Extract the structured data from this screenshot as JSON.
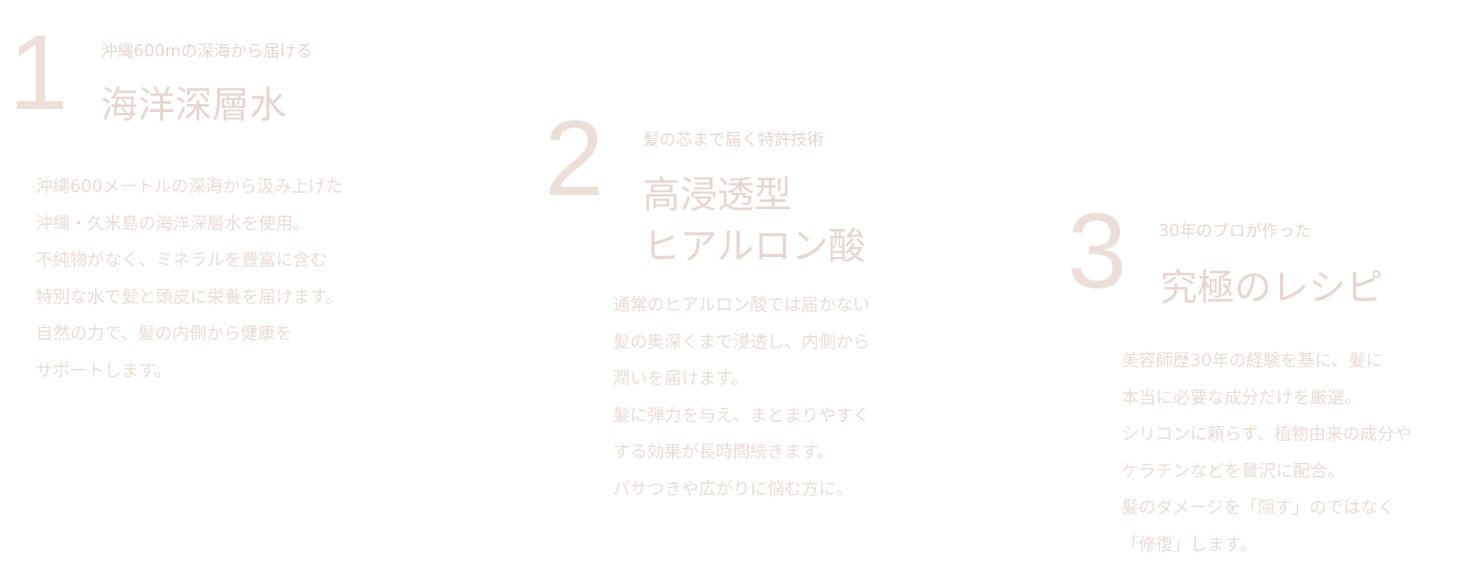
{
  "features": [
    {
      "number": "1",
      "subtitle": "沖縄600mの深海から届ける",
      "title_lines": [
        "海洋深層水"
      ],
      "body_lines": [
        "沖縄600メートルの深海から汲み上げた",
        "沖縄・久米島の海洋深層水を使用。",
        "不純物がなく、ミネラルを豊富に含む",
        "特別な水で髪と頭皮に栄養を届けます。",
        "自然の力で、髪の内側から健康を",
        "サポートします。"
      ]
    },
    {
      "number": "2",
      "subtitle": "髪の芯まで届く特許技術",
      "title_lines": [
        "高浸透型",
        "ヒアルロン酸"
      ],
      "body_lines": [
        "通常のヒアルロン酸では届かない",
        "髪の奥深くまで浸透し、内側から",
        "潤いを届けます。",
        "髪に弾力を与え、まとまりやすく",
        "する効果が長時間続きます。",
        "パサつきや広がりに悩む方に。"
      ]
    },
    {
      "number": "3",
      "subtitle": "30年のプロが作った",
      "title_lines": [
        "究極のレシピ"
      ],
      "body_lines": [
        "美容師歴30年の経験を基に、髪に",
        "本当に必要な成分だけを厳選。",
        "シリコンに頼らず、植物由来の成分や",
        "ケラチンなどを贅沢に配合。",
        "髪のダメージを「隠す」のではなく",
        "「修復」します。"
      ]
    }
  ],
  "colors": {
    "text": "#fcf6f4",
    "background": "#ffffff"
  }
}
